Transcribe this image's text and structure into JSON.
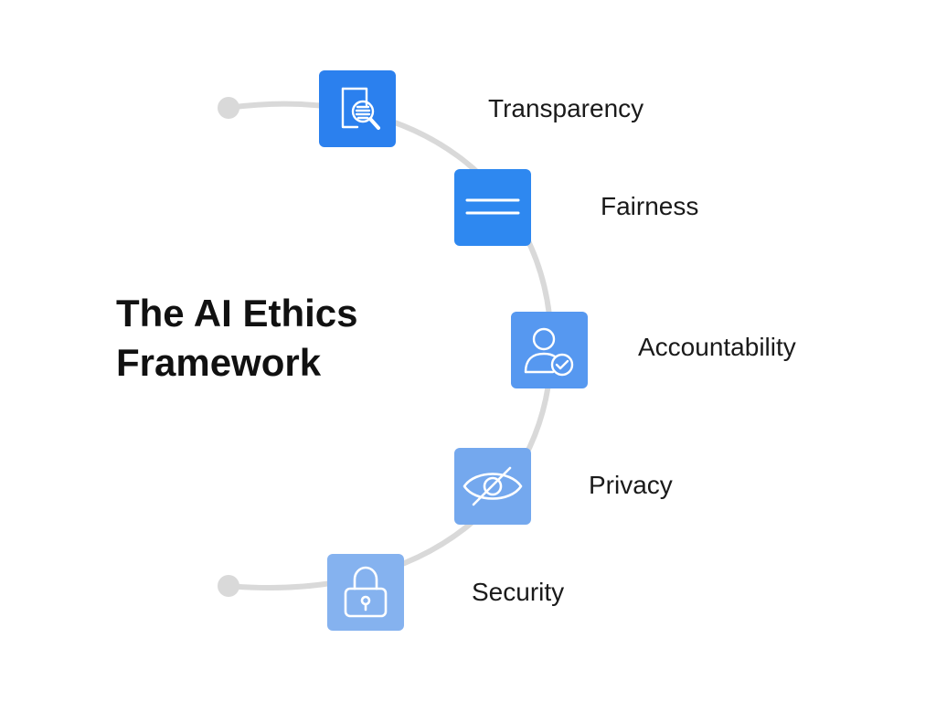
{
  "title": {
    "line1": "The AI Ethics",
    "line2": "Framework"
  },
  "items": [
    {
      "label": "Transparency",
      "icon": "document-search-icon",
      "color": "#2B80EE"
    },
    {
      "label": "Fairness",
      "icon": "equals-icon",
      "color": "#2E88F0"
    },
    {
      "label": "Accountability",
      "icon": "user-check-icon",
      "color": "#5698F0"
    },
    {
      "label": "Privacy",
      "icon": "eye-off-icon",
      "color": "#74A8EE"
    },
    {
      "label": "Security",
      "icon": "lock-icon",
      "color": "#85B2EF"
    }
  ],
  "colors": {
    "track": "#D9D9D9",
    "text": "#111111"
  }
}
